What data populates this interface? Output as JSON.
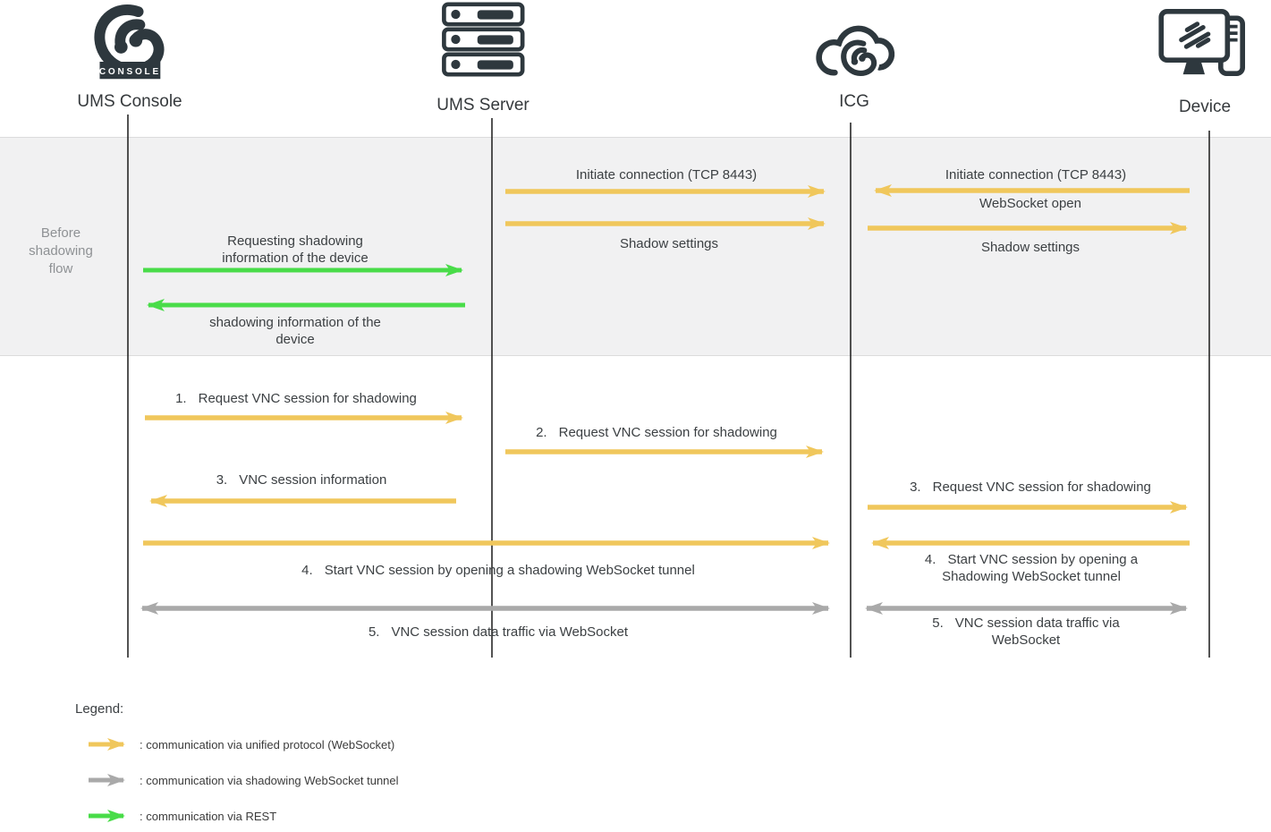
{
  "actors": [
    {
      "label": "UMS Console",
      "badge": "CONSOLE",
      "icon": "ums-console-logo"
    },
    {
      "label": "UMS Server",
      "icon": "server-rack"
    },
    {
      "label": "ICG",
      "icon": "cloud-with-logo"
    },
    {
      "label": "Device",
      "icon": "monitor-with-tower"
    }
  ],
  "phase": {
    "label": "Before shadowing flow"
  },
  "messages": {
    "init_server_icg": {
      "text": "Initiate connection (TCP 8443)"
    },
    "shadow_server_icg": {
      "text": "Shadow settings"
    },
    "init_device_icg": {
      "text": "Initiate connection (TCP 8443)"
    },
    "websocket_open": {
      "text": "WebSocket open"
    },
    "shadow_icg_device": {
      "text": "Shadow settings"
    },
    "req_info": {
      "text": "Requesting shadowing information of the device"
    },
    "info_resp": {
      "text": "shadowing information of the device"
    },
    "step1": {
      "num": "1.",
      "text": "Request VNC session for shadowing"
    },
    "step2": {
      "num": "2.",
      "text": "Request VNC session for shadowing"
    },
    "step3_info": {
      "num": "3.",
      "text": "VNC session information"
    },
    "step3_request": {
      "num": "3.",
      "text": "Request VNC session for shadowing"
    },
    "step4": {
      "num": "4.",
      "text": "Start VNC session by opening a shadowing WebSocket tunnel"
    },
    "step4_device": {
      "num": "4.",
      "text": "Start VNC session by opening a Shadowing WebSocket tunnel"
    },
    "step5": {
      "num": "5.",
      "text": "VNC session data traffic via WebSocket"
    },
    "step5_device": {
      "num": "5.",
      "text": "VNC session data traffic via WebSocket"
    }
  },
  "legend": {
    "title": "Legend:",
    "items": [
      {
        "arrow_color_name": "yellow",
        "text": ": communication via unified protocol (WebSocket)"
      },
      {
        "arrow_color_name": "gray",
        "text": ": communication via shadowing WebSocket tunnel"
      },
      {
        "arrow_color_name": "green",
        "text": ": communication via REST"
      }
    ]
  },
  "colors": {
    "yellow_arrow": "#F0C75C",
    "gray_arrow": "#A9A9A9",
    "green_arrow": "#49DC49",
    "icon_dark": "#2E383E",
    "band_background": "#F1F1F2",
    "phase_text": "#8E9194",
    "label_text": "#3C4043"
  }
}
